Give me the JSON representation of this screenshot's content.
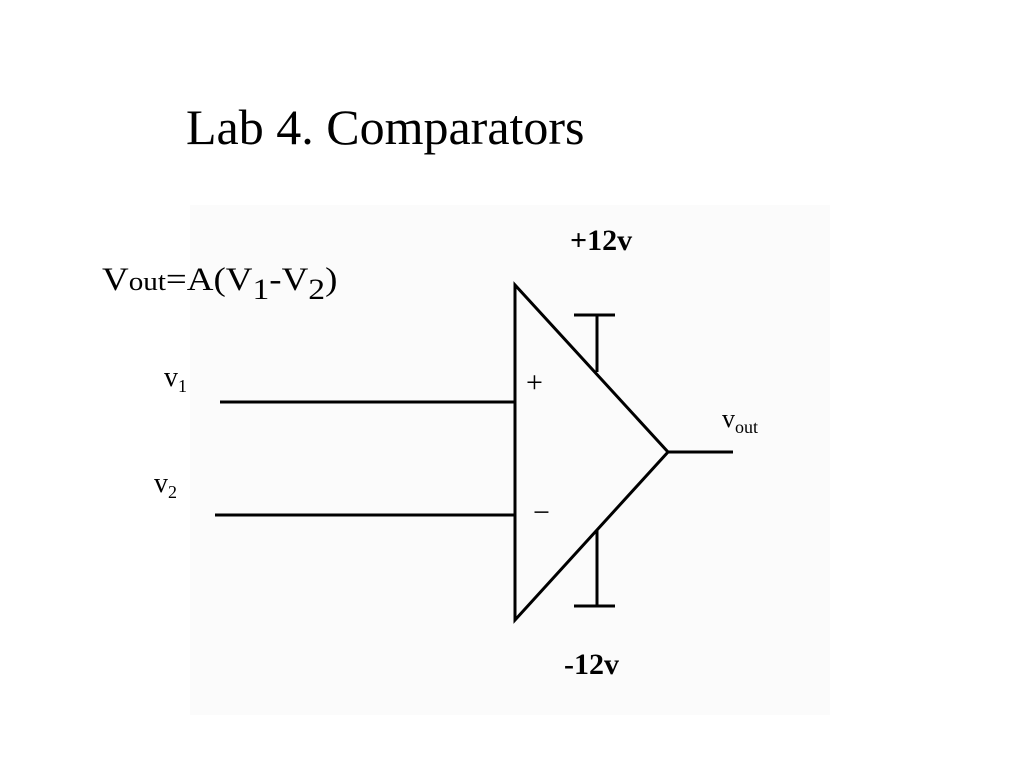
{
  "title": "Lab 4. Comparators",
  "formula": {
    "lhs": "V",
    "lhs_sub": "out",
    "eq": "=A(V",
    "v1_sub": "1",
    "minus": "-V",
    "v2_sub": "2",
    "close": ")"
  },
  "labels": {
    "v1": "v",
    "v1_sub": "1",
    "v2": "v",
    "v2_sub": "2",
    "vout": "v",
    "vout_sub": "out",
    "vpos": "+12v",
    "vneg": "-12v",
    "plus": "+",
    "minus": "−"
  }
}
